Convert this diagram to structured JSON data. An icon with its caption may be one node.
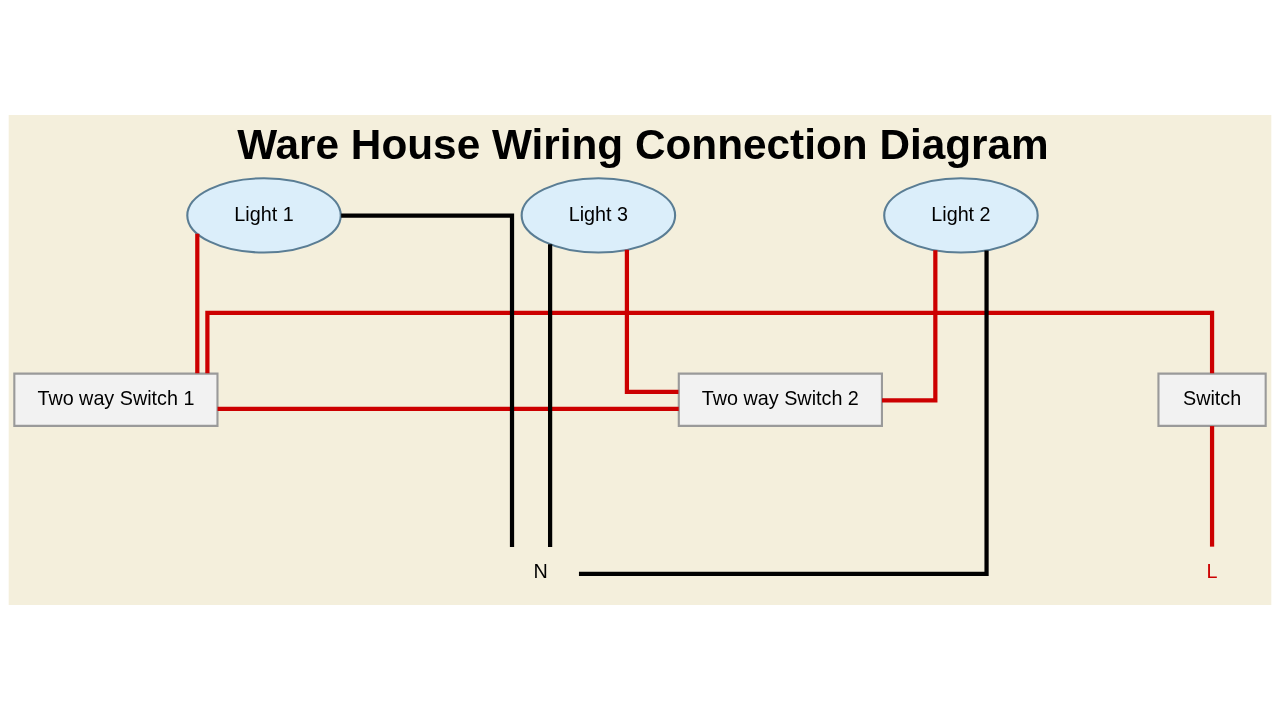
{
  "diagram": {
    "title": "Ware House Wiring Connection Diagram",
    "nodes": [
      {
        "text": [
          "Light 1"
        ]
      },
      {
        "text": [
          "Light 2"
        ]
      },
      {
        "text": [
          "Light 3"
        ]
      },
      {
        "text": [
          "Switch"
        ]
      },
      {
        "text": [
          "Two way Switch 1"
        ]
      },
      {
        "text": [
          "Two way Switch 2"
        ]
      },
      {
        "text": [
          "L"
        ]
      },
      {
        "text": [
          "N"
        ]
      }
    ],
    "edges": [
      {
        "from": 0,
        "to": 4,
        "arrow": "none"
      },
      {
        "from": 7,
        "to": 0,
        "arrow": "none",
        "color": "#000000"
      },
      {
        "from": 7,
        "to": 1,
        "arrow": "none",
        "color": "#000000"
      },
      {
        "from": 7,
        "to": 2,
        "arrow": "none",
        "color": "#000000"
      },
      {
        "from": 1,
        "to": 5,
        "arrow": "none"
      },
      {
        "from": 2,
        "to": 5,
        "arrow": "none"
      },
      {
        "from": 3,
        "to": 4,
        "arrow": "none"
      },
      {
        "from": 3,
        "to": 6,
        "arrow": "none"
      },
      {
        "from": 4,
        "to": 5,
        "arrow": "none"
      }
    ]
  }
}
